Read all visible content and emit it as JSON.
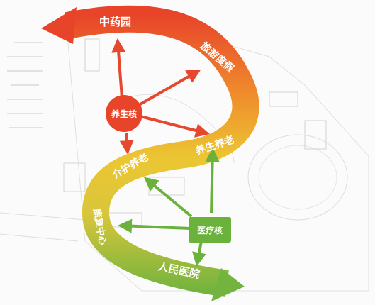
{
  "labels": {
    "herb_garden": "中药园",
    "travel_vacation": "旅游度假",
    "elderly_care": "养生养老",
    "nursing_care": "介护养老",
    "rehab_center": "康复中心",
    "peoples_hospital": "人民医院"
  },
  "nodes": {
    "wellness_core": "养生核",
    "medical_core": "医疗核"
  },
  "colors": {
    "red_orange": "#e8442a",
    "orange": "#f0902a",
    "yellow": "#e9c531",
    "green": "#7ab63f",
    "wellness_node": "#e8442a",
    "medical_node": "#6bb23c",
    "red_arrow": "#e5482e",
    "green_arrow": "#6bb23c"
  }
}
